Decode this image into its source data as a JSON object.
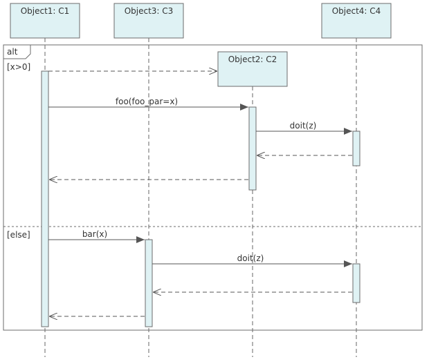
{
  "diagram": {
    "type": "sequence",
    "colors": {
      "object_fill": "#dff2f4",
      "activation_fill": "#dff2f4",
      "border": "#6b6b6b",
      "lifeline": "#666666",
      "arrow": "#555555",
      "text": "#333333",
      "background": "#ffffff"
    },
    "objects": [
      {
        "id": "c1",
        "label": "Object1: C1"
      },
      {
        "id": "c3",
        "label": "Object3: C3"
      },
      {
        "id": "c4",
        "label": "Object4: C4"
      },
      {
        "id": "c2",
        "label": "Object2: C2",
        "created_in_fragment": true
      }
    ],
    "fragment": {
      "operator": "alt",
      "operands": [
        {
          "guard": "[x>0]"
        },
        {
          "guard": "[else]"
        }
      ]
    },
    "messages": [
      {
        "from": "Object1",
        "to": "Object2",
        "kind": "create",
        "label": ""
      },
      {
        "from": "Object1",
        "to": "Object2",
        "kind": "sync",
        "label": "foo(foo_par=x)"
      },
      {
        "from": "Object2",
        "to": "Object4",
        "kind": "sync",
        "label": "doit(z)"
      },
      {
        "from": "Object4",
        "to": "Object2",
        "kind": "return",
        "label": ""
      },
      {
        "from": "Object2",
        "to": "Object1",
        "kind": "return",
        "label": ""
      },
      {
        "from": "Object1",
        "to": "Object3",
        "kind": "sync",
        "label": "bar(x)"
      },
      {
        "from": "Object3",
        "to": "Object4",
        "kind": "sync",
        "label": "doit(z)"
      },
      {
        "from": "Object4",
        "to": "Object3",
        "kind": "return",
        "label": ""
      },
      {
        "from": "Object3",
        "to": "Object1",
        "kind": "return",
        "label": ""
      }
    ]
  }
}
